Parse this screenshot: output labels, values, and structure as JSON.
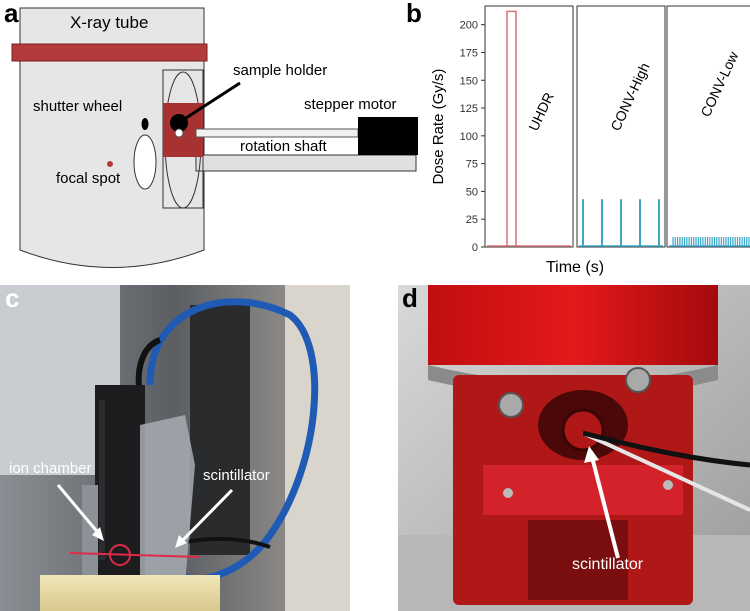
{
  "panel_a": {
    "letter": "a",
    "labels": {
      "xray_tube": "X-ray tube",
      "sample_holder": "sample holder",
      "shutter_wheel": "shutter wheel",
      "stepper_motor": "stepper motor",
      "rotation_shaft": "rotation shaft",
      "focal_spot": "focal spot"
    },
    "colors": {
      "tube_body": "#e6e6e6",
      "tube_band": "#b33a3a",
      "holder": "#a83232",
      "motor": "#000000"
    }
  },
  "panel_b": {
    "letter": "b",
    "chart_data": {
      "type": "line",
      "ylabel": "Dose Rate (Gy/s)",
      "xlabel": "Time (s)",
      "ylim": [
        0,
        215
      ],
      "yticks": [
        "0",
        "25",
        "50",
        "75",
        "100",
        "125",
        "150",
        "175",
        "200"
      ],
      "grid": false,
      "subplots": [
        {
          "label": "UHDR",
          "color": "#d9707a",
          "pulses": [
            {
              "height": 212,
              "count": 1
            }
          ]
        },
        {
          "label": "CONV-High",
          "color": "#3aa8c8",
          "pulses": [
            {
              "height": 43,
              "count": 5
            }
          ]
        },
        {
          "label": "CONV-Low",
          "color": "#3aa8c8",
          "pulses": [
            {
              "height": 9,
              "count": 34
            }
          ]
        }
      ]
    }
  },
  "panel_c": {
    "letter": "c",
    "labels": {
      "ion_chamber": "ion chamber",
      "scintillator": "scintillator"
    }
  },
  "panel_d": {
    "letter": "d",
    "labels": {
      "scintillator": "scintillator"
    }
  }
}
